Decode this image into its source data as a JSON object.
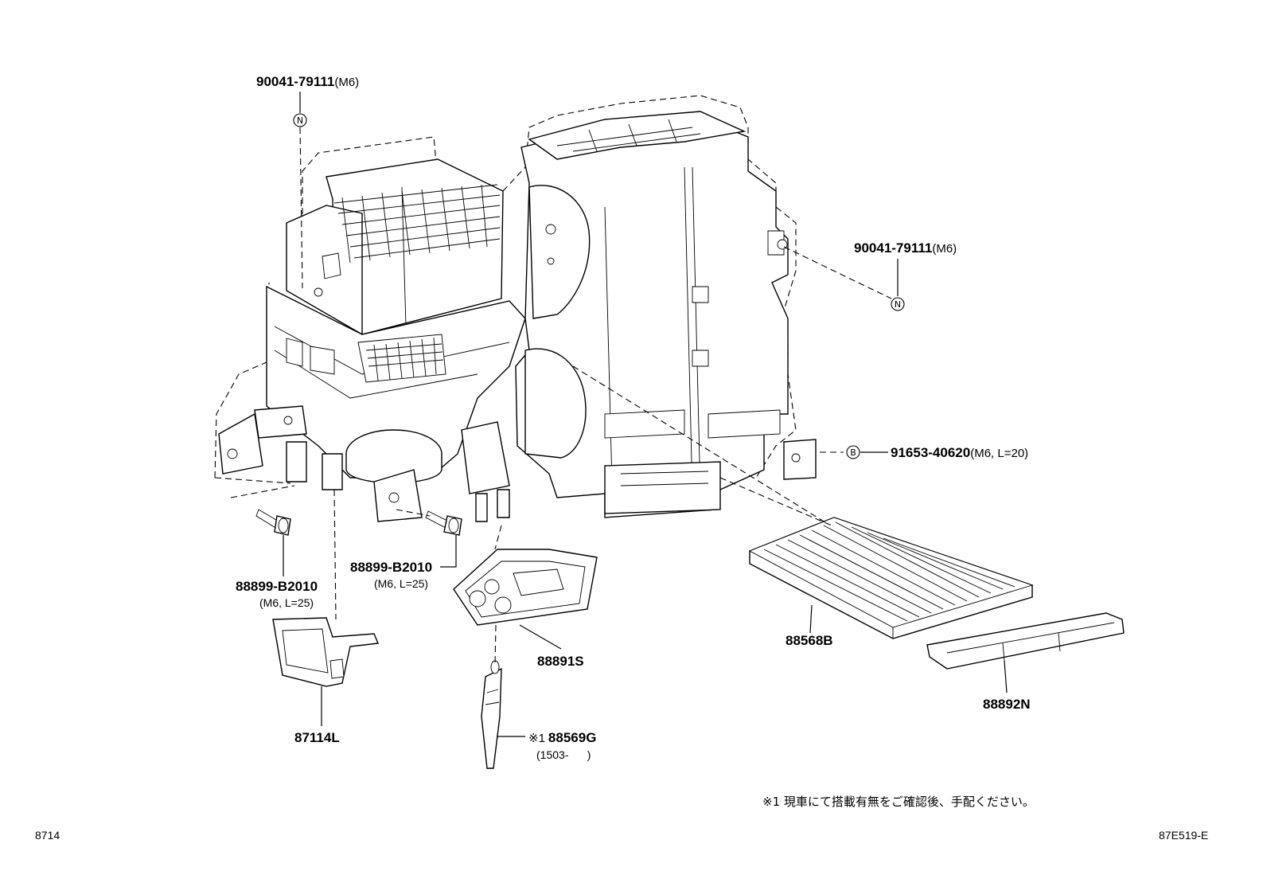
{
  "diagram": {
    "callouts": [
      {
        "id": "bolt_top_left",
        "part": "90041-79111",
        "spec": "(M6)",
        "marker": "N"
      },
      {
        "id": "bolt_right",
        "part": "90041-79111",
        "spec": "(M6)",
        "marker": "N"
      },
      {
        "id": "screw_right",
        "part": "91653-40620",
        "spec": "(M6, L=20)",
        "marker": "B"
      },
      {
        "id": "screw_left",
        "part": "88899-B2010",
        "spec": "(M6, L=25)"
      },
      {
        "id": "screw_center",
        "part": "88899-B2010",
        "spec": "(M6, L=25)"
      },
      {
        "id": "bracket",
        "part": "87114L"
      },
      {
        "id": "gasket",
        "part": "88891S"
      },
      {
        "id": "cable",
        "part": "88569G",
        "prefix": "※1",
        "spec": "(1503-      )"
      },
      {
        "id": "filter",
        "part": "88568B"
      },
      {
        "id": "filter_cover",
        "part": "88892N"
      }
    ],
    "footnote": "※1 現車にて搭載有無をご確認後、手配ください。",
    "page_code": "8714",
    "figure_id": "87E519-E"
  }
}
